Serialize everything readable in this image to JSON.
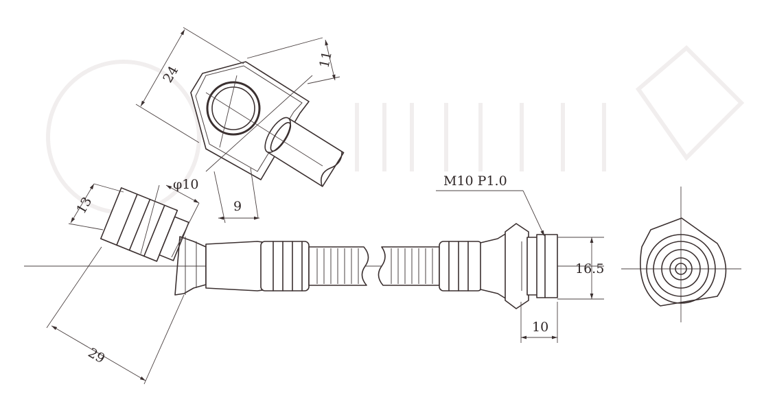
{
  "dimensions": {
    "top_view_width": "24",
    "top_view_height": "11",
    "top_view_offset": "9",
    "fitting_dia": "φ10",
    "fitting_width": "13",
    "fitting_length": "29",
    "thread_spec": "M10  P1.0",
    "end_dia": "16.5",
    "end_length": "10"
  },
  "colors": {
    "ink": "#3a2f2f",
    "background": "#ffffff"
  }
}
